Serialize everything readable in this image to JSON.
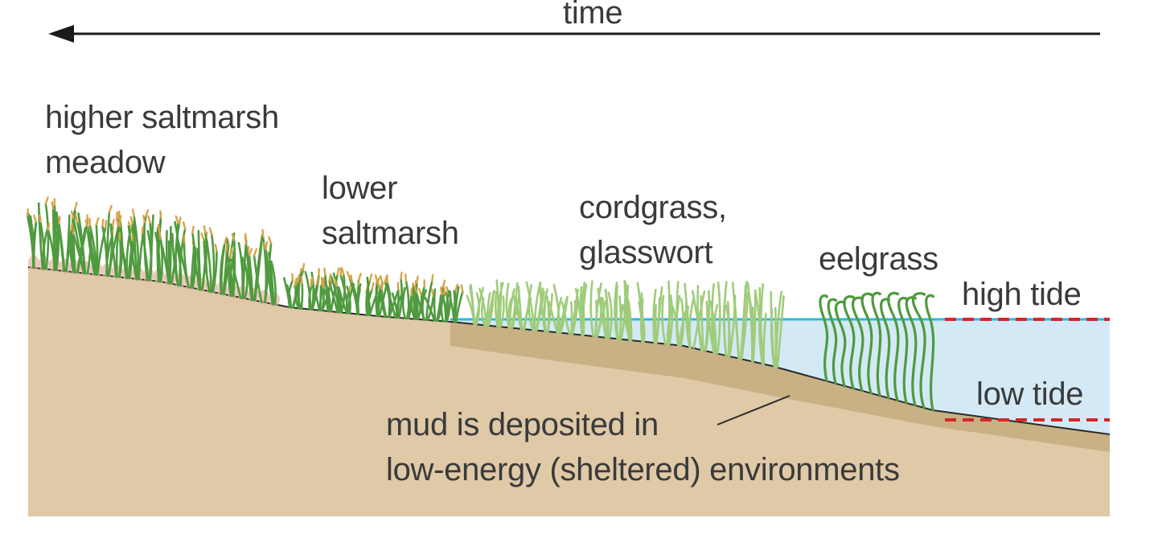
{
  "time_label": "time",
  "zones": {
    "higher_saltmarsh": [
      "higher saltmarsh",
      "meadow"
    ],
    "lower_saltmarsh": [
      "lower",
      "saltmarsh"
    ],
    "cordgrass": [
      "cordgrass,",
      "glasswort"
    ],
    "eelgrass": "eelgrass"
  },
  "tides": {
    "high": "high tide",
    "low": "low tide"
  },
  "mud_note": [
    "mud is deposited in",
    "low-energy (sheltered) environments"
  ],
  "colors": {
    "sand": "#dfc9a7",
    "mud": "#c9b186",
    "water": "#d3eaf6",
    "water_line": "#2bb8d8",
    "tide_marker": "#d8242a",
    "grass_dark": "#4f9a3e",
    "grass_light": "#9fcc7a",
    "grass_tip": "#d6a54a",
    "soil_pink": "#e3b4a2"
  }
}
